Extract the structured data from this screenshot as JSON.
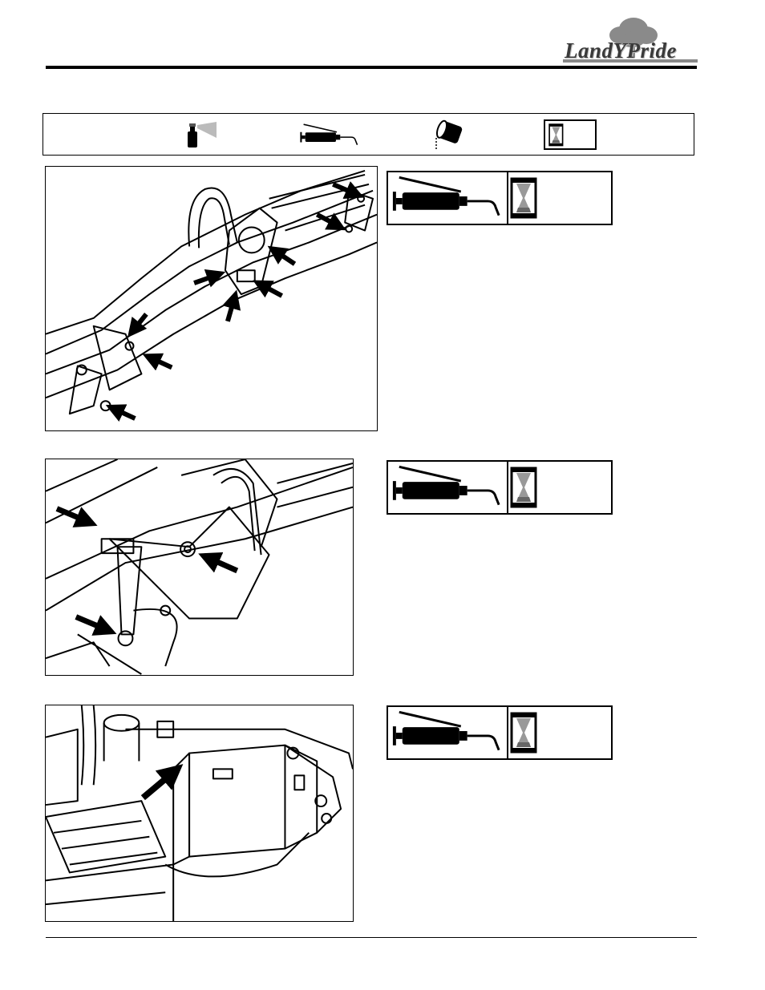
{
  "header": {
    "logo_text": "LandYPride"
  },
  "legend": {
    "icons": [
      "spray-can-icon",
      "grease-gun-icon",
      "oil-can-icon",
      "hourglass-icon"
    ]
  },
  "figures": [
    {
      "name": "loader-arm-upper-pivots",
      "arrows": 10
    },
    {
      "name": "bucket-link-pivots",
      "arrows": 3
    },
    {
      "name": "mount-bracket-pivot",
      "arrows": 1
    }
  ],
  "intervals": [
    {
      "icon": "grease-gun-icon",
      "timer": "hourglass-icon"
    },
    {
      "icon": "grease-gun-icon",
      "timer": "hourglass-icon"
    },
    {
      "icon": "grease-gun-icon",
      "timer": "hourglass-icon"
    }
  ],
  "colors": {
    "ink": "#000000",
    "logo": "#3a3a3a",
    "tree": "#8a8a8a"
  }
}
